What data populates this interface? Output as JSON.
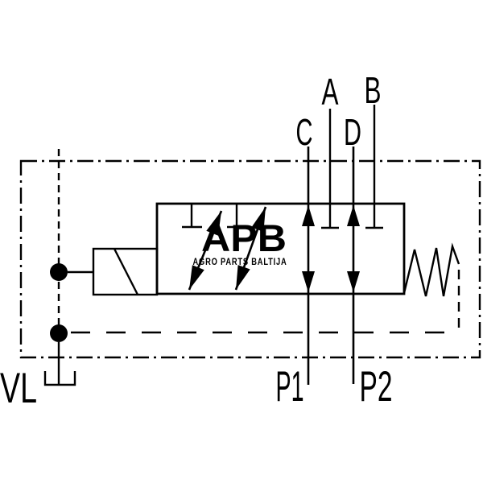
{
  "diagram": {
    "port_labels": {
      "a": "A",
      "b": "B",
      "c": "C",
      "d": "D",
      "p1": "P1",
      "p2": "P2",
      "vl": "VL"
    },
    "watermark": {
      "logo": "APB",
      "subtitle": "AGRO PARTS BALTIJA"
    },
    "colors": {
      "line": "#000000",
      "background": "#ffffff",
      "watermark_logo": "#a9a9a9",
      "watermark_subtitle": "#b2b2b2"
    }
  }
}
